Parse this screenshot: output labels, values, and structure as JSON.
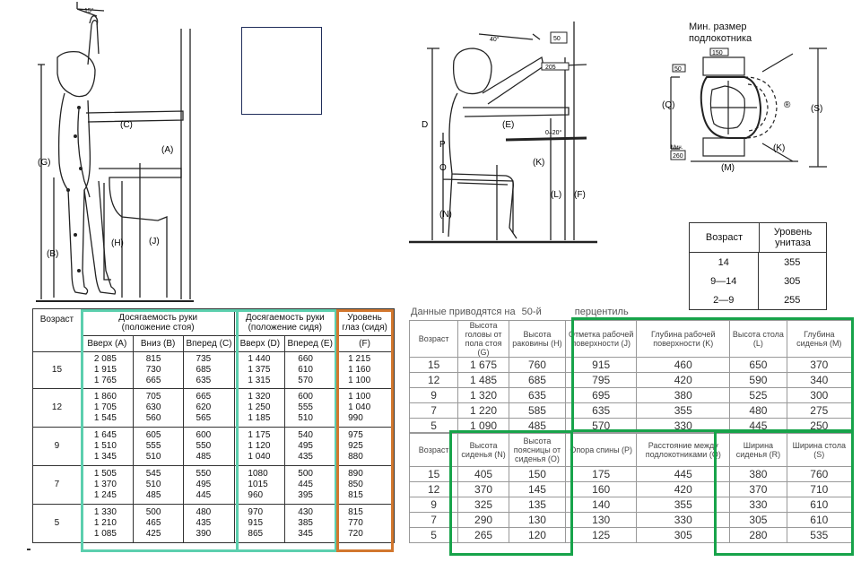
{
  "left_fig": {
    "angle": "15°",
    "labels": {
      "c": "(C)",
      "a": "(A)",
      "g": "(G)",
      "h": "(H)",
      "j": "(J)",
      "b": "(B)"
    }
  },
  "mid_fig": {
    "angle1": "40°",
    "angle2": "0–20°",
    "dim50": "50",
    "dim205": "205",
    "labels": {
      "d": "D",
      "p": "P",
      "o": "O",
      "n": "(N)",
      "e": "(E)",
      "k": "(K)",
      "l": "(L)",
      "f": "(F)"
    }
  },
  "right_fig": {
    "title_line1": "Мин. размер",
    "title_line2": "подлокотника",
    "dim150": "150",
    "dim50": "50",
    "min_label": "Мин.",
    "min_value": "260",
    "labels": {
      "q": "(Q)",
      "s": "(S)",
      "k": "(K)",
      "m": "(M)",
      "r": "®"
    }
  },
  "toilet_table": {
    "headers": [
      "Возраст",
      "Уровень унитаза"
    ],
    "rows": [
      [
        "14",
        "355"
      ],
      [
        "9—14",
        "305"
      ],
      [
        "2—9",
        "255"
      ]
    ]
  },
  "left_table": {
    "age_header": "Возраст",
    "group1_line1": "Досягаемость руки",
    "group1_line2": "(положение стоя)",
    "group2_line1": "Досягаемость руки",
    "group2_line2": "(положение сидя)",
    "group3_line1": "Уровень",
    "group3_line2": "глаз (сидя)",
    "sub": [
      "Вверх (А)",
      "Вниз (В)",
      "Вперед (С)",
      "Вверх (D)",
      "Вперед (E)",
      "(F)"
    ],
    "rows": [
      {
        "age": "15",
        "a": "2 085\n1 915\n1 765",
        "b": "815\n730\n665",
        "c": "735\n685\n635",
        "d": "1 440\n1 375\n1 315",
        "e": "660\n610\n570",
        "f": "1 215\n1 160\n1 100"
      },
      {
        "age": "12",
        "a": "1 860\n1 705\n1 545",
        "b": "705\n630\n560",
        "c": "665\n620\n565",
        "d": "1 320\n1 250\n1 185",
        "e": "600\n555\n510",
        "f": "1 100\n1 040\n990"
      },
      {
        "age": "9",
        "a": "1 645\n1 510\n1 345",
        "b": "605\n555\n510",
        "c": "600\n550\n485",
        "d": "1 175\n1 120\n1 040",
        "e": "540\n495\n435",
        "f": "975\n925\n880"
      },
      {
        "age": "7",
        "a": "1 505\n1 370\n1 245",
        "b": "545\n510\n485",
        "c": "550\n495\n445",
        "d": "1080\n1015\n960",
        "e": "500\n445\n395",
        "f": "890\n850\n815"
      },
      {
        "age": "5",
        "a": "1 330\n1 210\n1 085",
        "b": "500\n465\n425",
        "c": "480\n435\n390",
        "d": "970\n915\n865",
        "e": "430\n385\n345",
        "f": "815\n770\n720"
      }
    ]
  },
  "caption": {
    "text1": "Данные приводятся на",
    "text2": "50-й",
    "text3": "перцентиль"
  },
  "right_table1": {
    "headers": [
      "Возраст",
      "Высота головы от пола стоя (G)",
      "Высота раковины (H)",
      "Отметка рабочей поверхности (J)",
      "Глубина рабочей поверхности (K)",
      "Высота стола (L)",
      "Глубина сиденья (M)"
    ],
    "rows": [
      [
        "15",
        "1 675",
        "760",
        "915",
        "460",
        "650",
        "370"
      ],
      [
        "12",
        "1 485",
        "685",
        "795",
        "420",
        "590",
        "340"
      ],
      [
        "9",
        "1 320",
        "635",
        "695",
        "380",
        "525",
        "300"
      ],
      [
        "7",
        "1 220",
        "585",
        "635",
        "355",
        "480",
        "275"
      ],
      [
        "5",
        "1 090",
        "485",
        "570",
        "330",
        "445",
        "250"
      ]
    ]
  },
  "right_table2": {
    "headers": [
      "Возраст",
      "Высота сиденья (N)",
      "Высота поясницы от сиденья (O)",
      "Опора спины (P)",
      "Расстояние между подлокотниками (Q)",
      "Ширина сиденья (R)",
      "Ширина стола (S)"
    ],
    "rows": [
      [
        "15",
        "405",
        "150",
        "175",
        "445",
        "380",
        "760"
      ],
      [
        "12",
        "370",
        "145",
        "160",
        "420",
        "370",
        "710"
      ],
      [
        "9",
        "325",
        "135",
        "140",
        "355",
        "330",
        "610"
      ],
      [
        "7",
        "290",
        "130",
        "130",
        "330",
        "305",
        "610"
      ],
      [
        "5",
        "265",
        "120",
        "125",
        "305",
        "280",
        "535"
      ]
    ]
  },
  "colors": {
    "teal": "#5ccfae",
    "orange": "#d2772e",
    "green": "#17a34a",
    "navy": "#1f2d5a"
  }
}
